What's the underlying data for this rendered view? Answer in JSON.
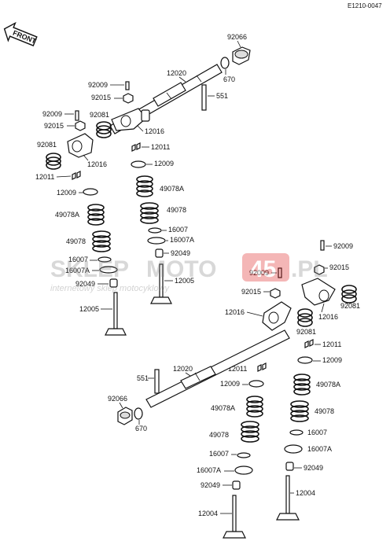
{
  "diagram_code": "E1210-0047",
  "front_label": "FRONT",
  "watermark": {
    "brand_a": "SKLEP",
    "brand_b": "MOTO",
    "brand_c": "45",
    "brand_d": ".PL",
    "tagline": "internetowy sklep motocyklowy"
  },
  "parts": {
    "p92066_top": "92066",
    "p670_top": "670",
    "p12020_top": "12020",
    "p551_top": "551",
    "p92009_a": "92009",
    "p92015_a": "92015",
    "p92009_b": "92009",
    "p92015_b": "92015",
    "p92081_a": "92081",
    "p12016_a": "12016",
    "p92081_b": "92081",
    "p12016_b": "12016",
    "p12011_a": "12011",
    "p12011_b": "12011",
    "p12009_a": "12009",
    "p12009_b": "12009",
    "p49078A_a": "49078A",
    "p49078A_b": "49078A",
    "p49078_a": "49078",
    "p49078_b": "49078",
    "p16007_a": "16007",
    "p16007A_a": "16007A",
    "p16007_b": "16007",
    "p16007A_b": "16007A",
    "p92049_a": "92049",
    "p92049_b": "92049",
    "p12005_a": "12005",
    "p12005_b": "12005",
    "p92009_c": "92009",
    "p92015_c": "92015",
    "p92009_d": "92009",
    "p92015_d": "92015",
    "p12016_c": "12016",
    "p92081_c": "92081",
    "p12016_d": "12016",
    "p92081_d": "92081",
    "p12011_c": "12011",
    "p12011_d": "12011",
    "p12009_c": "12009",
    "p12009_d": "12009",
    "p12020_bot": "12020",
    "p551_bot": "551",
    "p92066_bot": "92066",
    "p670_bot": "670",
    "p49078A_c": "49078A",
    "p49078A_d": "49078A",
    "p49078_c": "49078",
    "p49078_d": "49078",
    "p16007_c": "16007",
    "p16007A_c": "16007A",
    "p16007_d": "16007",
    "p16007A_d": "16007A",
    "p92049_c": "92049",
    "p92049_d": "92049",
    "p12004_a": "12004",
    "p12004_b": "12004"
  }
}
